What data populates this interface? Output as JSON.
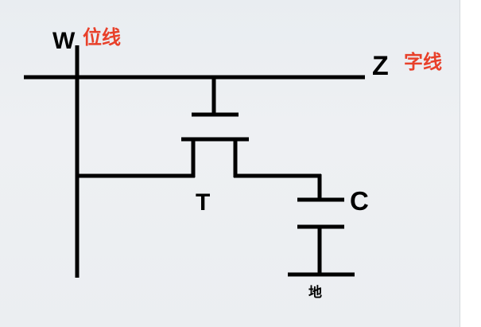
{
  "labels": {
    "bit_line": "W",
    "bit_line_cn": "位线",
    "word_line": "Z",
    "word_line_cn": "字线",
    "transistor": "T",
    "capacitor": "C",
    "ground": "地"
  },
  "colors": {
    "line": "#000000",
    "annotation": "#e8402a"
  }
}
